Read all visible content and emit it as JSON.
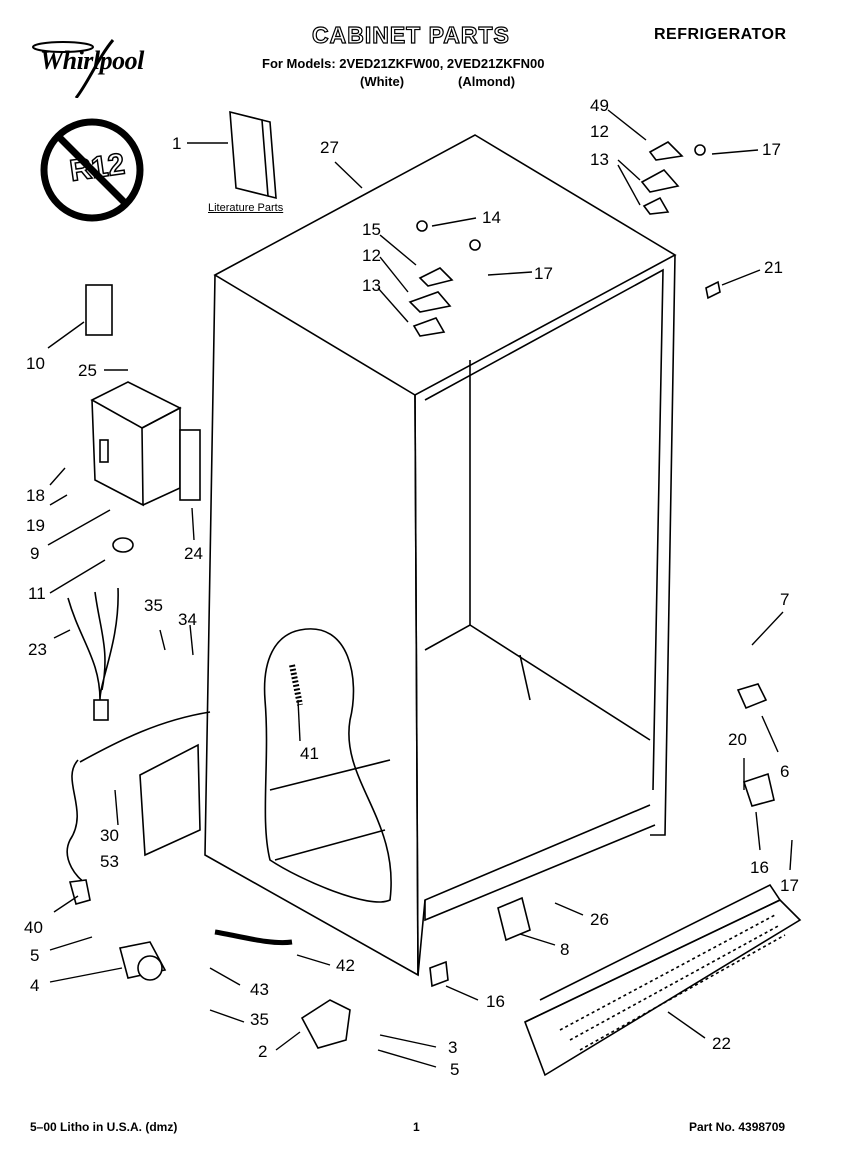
{
  "header": {
    "brand": "Whirlpool",
    "title": "CABINET PARTS",
    "category": "REFRIGERATOR",
    "models_line": "For Models: 2VED21ZKFW00, 2VED21ZKFN00",
    "variant_1": "(White)",
    "variant_2": "(Almond)"
  },
  "badge": {
    "text": "R12",
    "icon": "no-r12-icon"
  },
  "literature_label": "Literature Parts",
  "callouts": [
    {
      "id": "c1",
      "text": "1"
    },
    {
      "id": "c27",
      "text": "27"
    },
    {
      "id": "c49",
      "text": "49"
    },
    {
      "id": "c12a",
      "text": "12"
    },
    {
      "id": "c17a",
      "text": "17"
    },
    {
      "id": "c13a",
      "text": "13"
    },
    {
      "id": "c15",
      "text": "15"
    },
    {
      "id": "c14",
      "text": "14"
    },
    {
      "id": "c12b",
      "text": "12"
    },
    {
      "id": "c17b",
      "text": "17"
    },
    {
      "id": "c21",
      "text": "21"
    },
    {
      "id": "c13b",
      "text": "13"
    },
    {
      "id": "c10",
      "text": "10"
    },
    {
      "id": "c25",
      "text": "25"
    },
    {
      "id": "c18",
      "text": "18"
    },
    {
      "id": "c19",
      "text": "19"
    },
    {
      "id": "c9",
      "text": "9"
    },
    {
      "id": "c24",
      "text": "24"
    },
    {
      "id": "c11",
      "text": "11"
    },
    {
      "id": "c35a",
      "text": "35"
    },
    {
      "id": "c34",
      "text": "34"
    },
    {
      "id": "c23",
      "text": "23"
    },
    {
      "id": "c7",
      "text": "7"
    },
    {
      "id": "c41",
      "text": "41"
    },
    {
      "id": "c6",
      "text": "6"
    },
    {
      "id": "c20",
      "text": "20"
    },
    {
      "id": "c30",
      "text": "30"
    },
    {
      "id": "c53",
      "text": "53"
    },
    {
      "id": "c16a",
      "text": "16"
    },
    {
      "id": "c17c",
      "text": "17"
    },
    {
      "id": "c40",
      "text": "40"
    },
    {
      "id": "c26",
      "text": "26"
    },
    {
      "id": "c5a",
      "text": "5"
    },
    {
      "id": "c8",
      "text": "8"
    },
    {
      "id": "c42",
      "text": "42"
    },
    {
      "id": "c4",
      "text": "4"
    },
    {
      "id": "c43",
      "text": "43"
    },
    {
      "id": "c16b",
      "text": "16"
    },
    {
      "id": "c35b",
      "text": "35"
    },
    {
      "id": "c22",
      "text": "22"
    },
    {
      "id": "c3",
      "text": "3"
    },
    {
      "id": "c2",
      "text": "2"
    },
    {
      "id": "c5b",
      "text": "5"
    }
  ],
  "footer": {
    "left": "5–00 Litho in U.S.A. (dmz)",
    "center": "1",
    "right": "Part No. 4398709"
  }
}
